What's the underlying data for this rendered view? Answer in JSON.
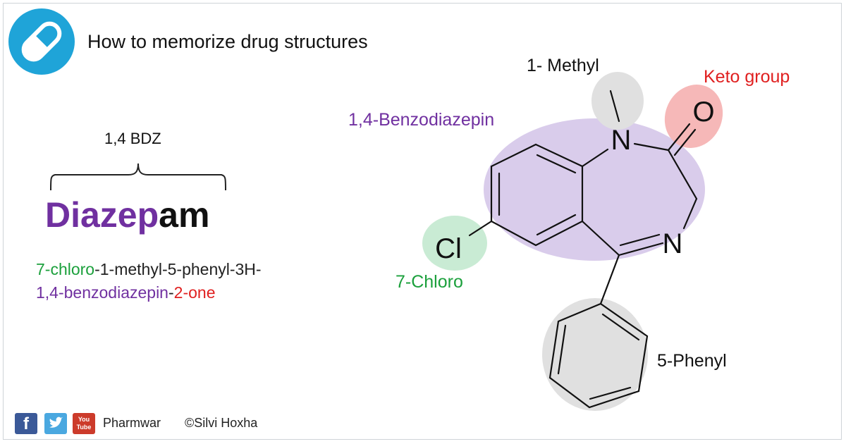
{
  "header": {
    "logo_icon": "capsule-pill-icon",
    "title": "How to memorize drug structures"
  },
  "drug": {
    "class_label": "1,4 BDZ",
    "name_part_class": "Diazep",
    "name_part_rest": "am",
    "iupac_line1": {
      "chloro": "7-chloro",
      "rest": "-1-methyl-5-phenyl-3H-"
    },
    "iupac_line2": {
      "benzodiazepin": "1,4-benzodiazepin",
      "dash": "-",
      "one": "2-one"
    }
  },
  "structure": {
    "atoms": {
      "nitrogen_1": "N",
      "nitrogen_4": "N",
      "oxygen": "O",
      "chlorine": "Cl"
    },
    "labels": {
      "methyl": "1- Methyl",
      "keto": "Keto group",
      "benzodiazepin": "1,4-Benzodiazepin",
      "chloro": "7-Chloro",
      "phenyl": "5-Phenyl"
    }
  },
  "footer": {
    "icons": [
      "facebook-icon",
      "twitter-icon",
      "youtube-icon"
    ],
    "youtube_top": "You",
    "youtube_bottom": "Tube",
    "site": "Pharmwar",
    "copyright": "©Silvi Hoxha"
  },
  "colors": {
    "purple": "#7030a0",
    "green": "#1ba03c",
    "red": "#e02020",
    "lavender_highlight": "#d9cceb",
    "gray_highlight": "#e0e0e0",
    "pink_highlight": "#f6b8b8",
    "mint_highlight": "#c9ebd4",
    "logo_blue": "#1fa4d8"
  }
}
